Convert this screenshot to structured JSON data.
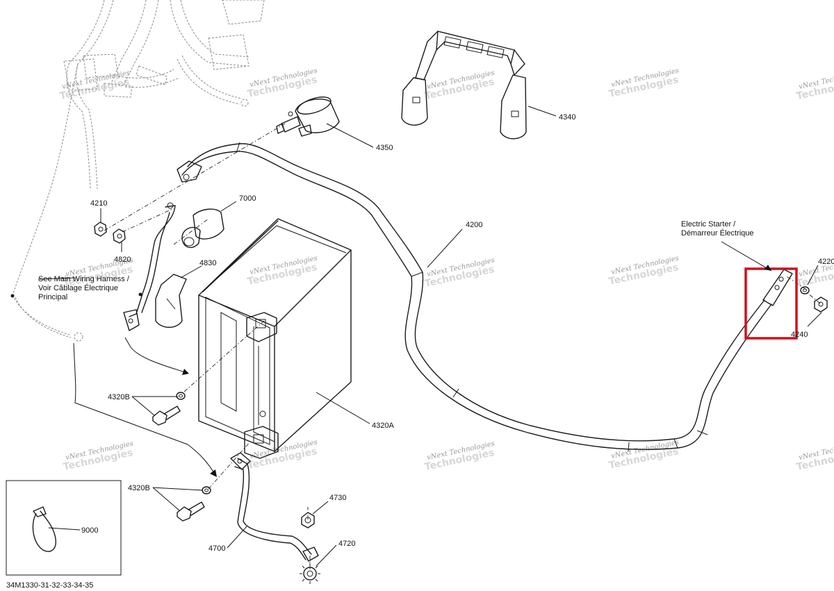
{
  "diagram": {
    "drawing_code": "34M1330-31-32-33-34-35",
    "watermark": {
      "line1": "vNext Technologies",
      "line2": "Technologies"
    },
    "highlight_color": "#d0101c",
    "ink_color": "#1a1a1a",
    "callouts": {
      "p4210": "4210",
      "p4820": "4820",
      "p4830": "4830",
      "p7000": "7000",
      "p4350": "4350",
      "p4340": "4340",
      "p4200": "4200",
      "p4320a": "4320A",
      "p4320b_top": "4320B",
      "p4320b_bottom": "4320B",
      "p4700": "4700",
      "p4730": "4730",
      "p4720": "4720",
      "p9000": "9000",
      "p4220": "4220",
      "p4240": "4240"
    },
    "notes": {
      "harness": [
        "See Main Wiring Harness /",
        "Voir Câblage Électrique",
        "Principal"
      ],
      "starter": [
        "Electric Starter /",
        "Démarreur Électrique"
      ]
    }
  }
}
